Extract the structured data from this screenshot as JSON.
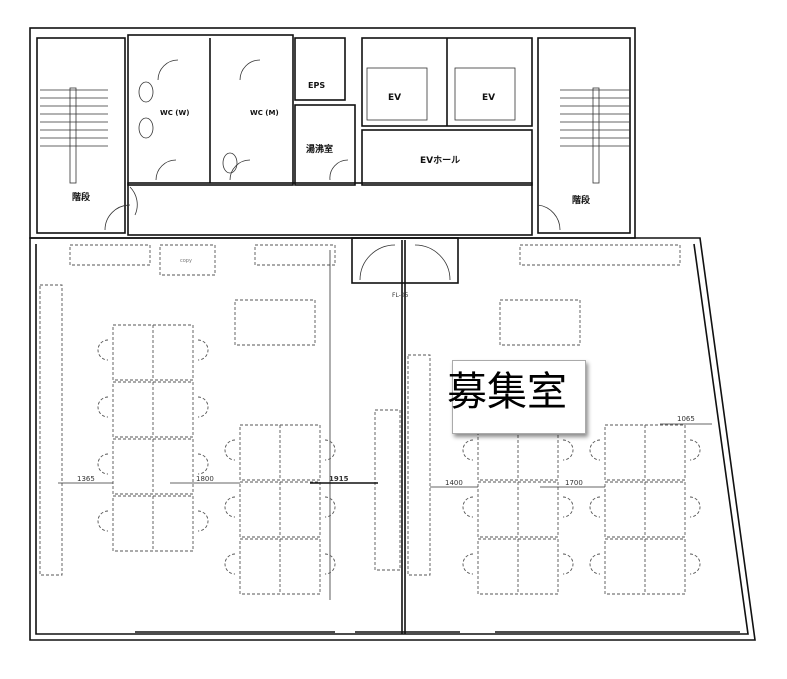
{
  "rooms": {
    "stairs_left": "階段",
    "wc_women": "WC (W)",
    "wc_men": "WC (M)",
    "eps": "EPS",
    "ev1": "EV",
    "ev2": "EV",
    "kitchenette": "湯沸室",
    "ev_hall": "EVホール",
    "stairs_right": "階段",
    "copy": "copy",
    "floor_label": "FL-05"
  },
  "dimensions": [
    "1365",
    "1800",
    "1915",
    "1400",
    "1700",
    "1065"
  ],
  "tag": {
    "label": "募集室"
  }
}
